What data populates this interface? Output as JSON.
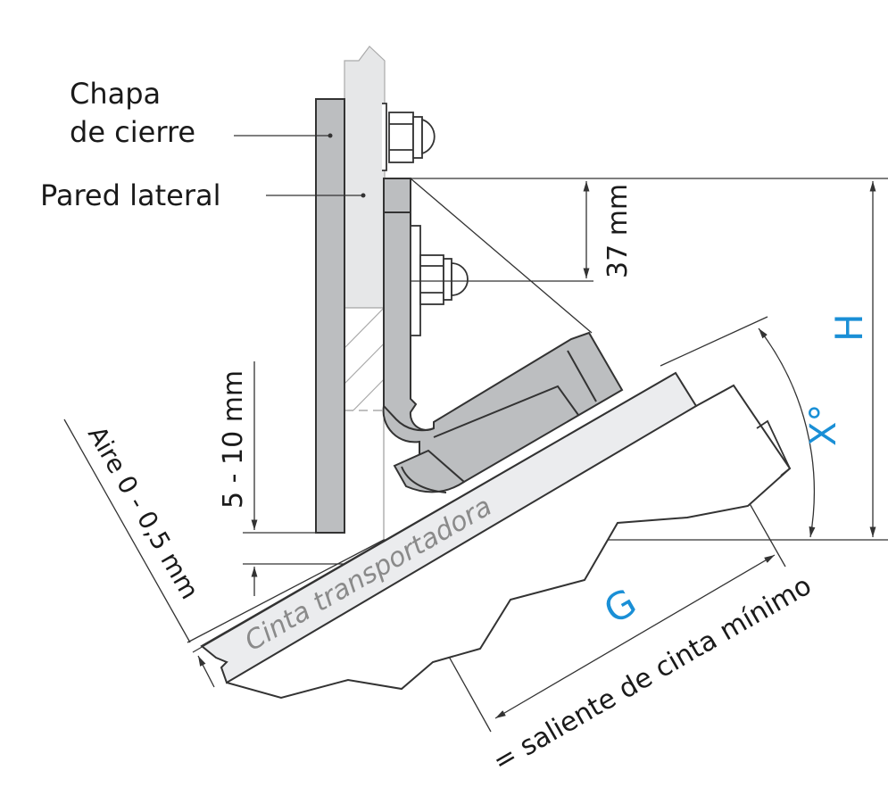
{
  "labels": {
    "chapa_line1": "Chapa",
    "chapa_line2": "de cierre",
    "pared": "Pared lateral",
    "dim_37": "37 mm",
    "dim_5_10": "5 - 10 mm",
    "aire": "Aire  0 - 0,5 mm",
    "cinta": "Cinta transportadora",
    "salient": "= saliente de cinta mínimo",
    "H": "H",
    "X": "X°",
    "G": "G"
  },
  "colors": {
    "metal": "#bcbec0",
    "wall": "#e6e7e8",
    "belt": "#ebecee",
    "line": "#333333",
    "accent": "#1a8fd6"
  }
}
